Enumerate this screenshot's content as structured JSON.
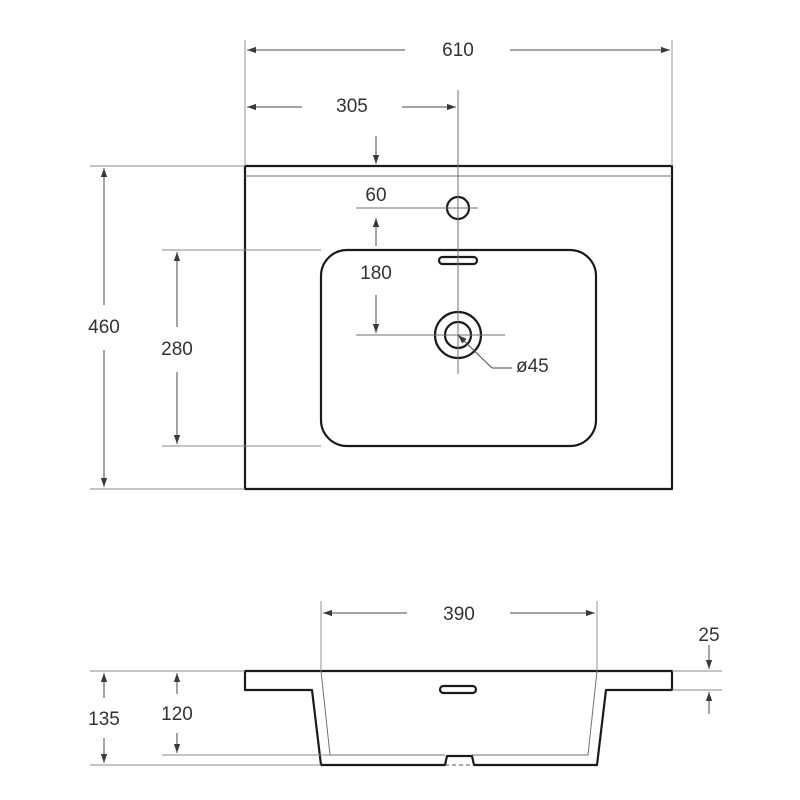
{
  "dimensions": {
    "overall_width": "610",
    "half_width": "305",
    "overflow_offset": "60",
    "bowl_to_drain": "180",
    "depth": "460",
    "bowl_depth": "280",
    "drain_diameter": "ø45",
    "bowl_width": "390",
    "rim_thickness": "25",
    "overall_height": "135",
    "bowl_height": "120"
  }
}
